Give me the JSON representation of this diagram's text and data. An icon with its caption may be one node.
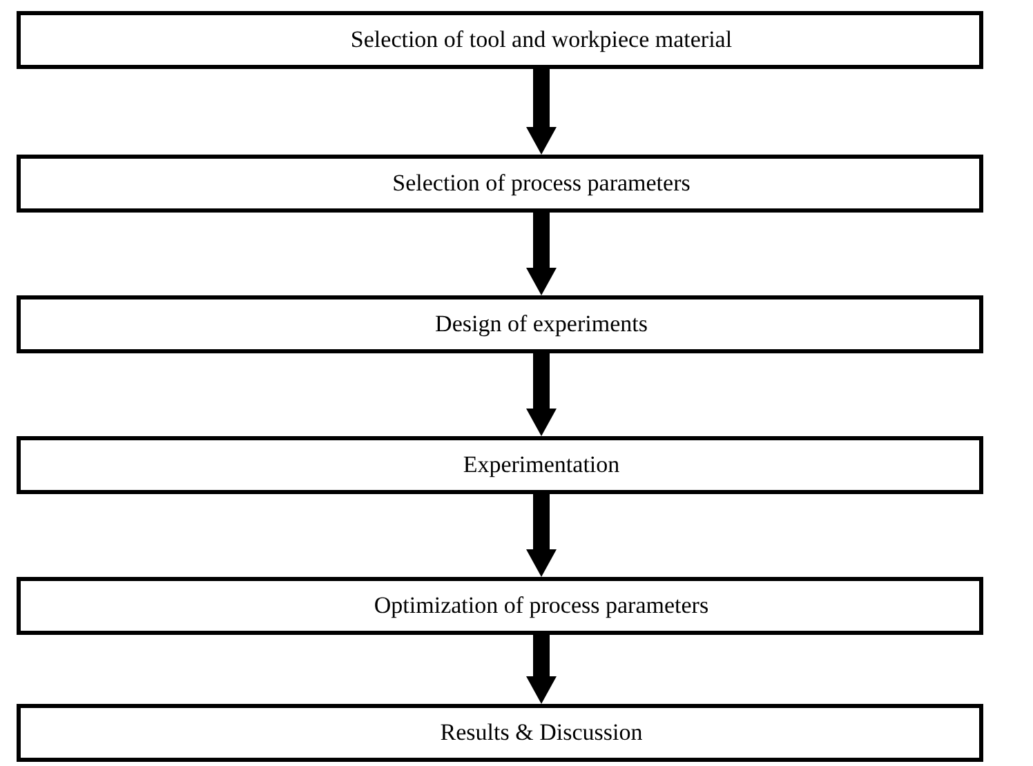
{
  "diagram": {
    "nodes": [
      {
        "text": [
          "Selection of tool and workpiece material"
        ]
      },
      {
        "text": [
          "Selection of process parameters"
        ]
      },
      {
        "text": [
          "Design of experiments"
        ]
      },
      {
        "text": [
          "Experimentation"
        ]
      },
      {
        "text": [
          "Optimization of process parameters"
        ]
      },
      {
        "text": [
          "Results & Discussion"
        ]
      }
    ],
    "edges": [
      {
        "from": 0,
        "to": 1,
        "arrow": "to"
      },
      {
        "from": 1,
        "to": 2,
        "arrow": "to"
      },
      {
        "from": 2,
        "to": 3,
        "arrow": "to"
      },
      {
        "from": 3,
        "to": 4,
        "arrow": "to"
      },
      {
        "from": 4,
        "to": 5,
        "arrow": "to"
      }
    ]
  }
}
